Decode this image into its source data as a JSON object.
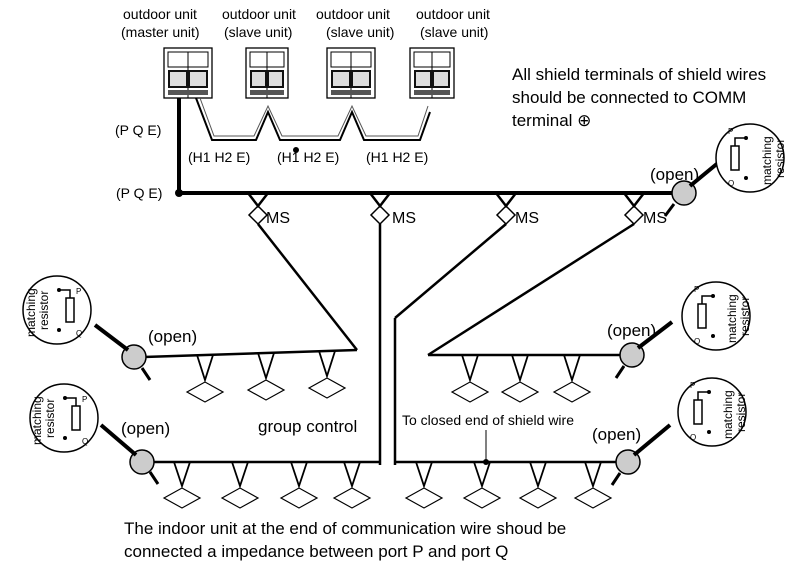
{
  "header_units": [
    {
      "line1": "outdoor unit",
      "line2": "(master unit)"
    },
    {
      "line1": "outdoor unit",
      "line2": "(slave unit)"
    },
    {
      "line1": "outdoor unit",
      "line2": "(slave unit)"
    },
    {
      "line1": "outdoor unit",
      "line2": "(slave unit)"
    }
  ],
  "shield_note": {
    "line1": "All shield terminals of shield wires",
    "line2": "should be connected to COMM",
    "line3": "terminal ⊕"
  },
  "terminals": {
    "pqe_top": "(P Q E)",
    "pqe_bus": "(P Q E)",
    "h1h2e": "(H1  H2 E)"
  },
  "ms_label": "MS",
  "open_label": "(open)",
  "resistor": {
    "line1": "matching",
    "line2": "resistor",
    "p": "P",
    "q": "Q"
  },
  "group_control": "group control",
  "closed_end_note": "To closed end of shield wire",
  "bottom_note": {
    "line1": "The indoor unit at the end of communication wire shoud be",
    "line2": "connected a impedance between port  P and port Q"
  }
}
